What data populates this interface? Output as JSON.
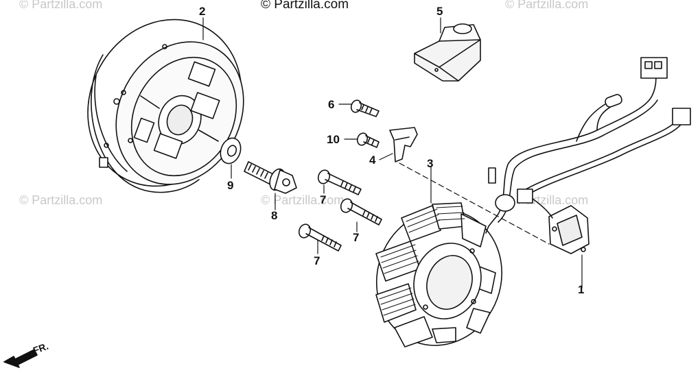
{
  "watermarks": {
    "top": "© Partzilla.com",
    "repeat": "© Partzilla.com"
  },
  "direction_label": "FR.",
  "callouts": {
    "flywheel": "2",
    "bracket": "5",
    "bolt_6": "6",
    "bolt_10": "10",
    "clip": "4",
    "stator": "3",
    "washer": "9",
    "flange_bolt": "8",
    "bolt_7a": "7",
    "bolt_7b": "7",
    "bolt_7c": "7",
    "pulse_generator": "1"
  }
}
